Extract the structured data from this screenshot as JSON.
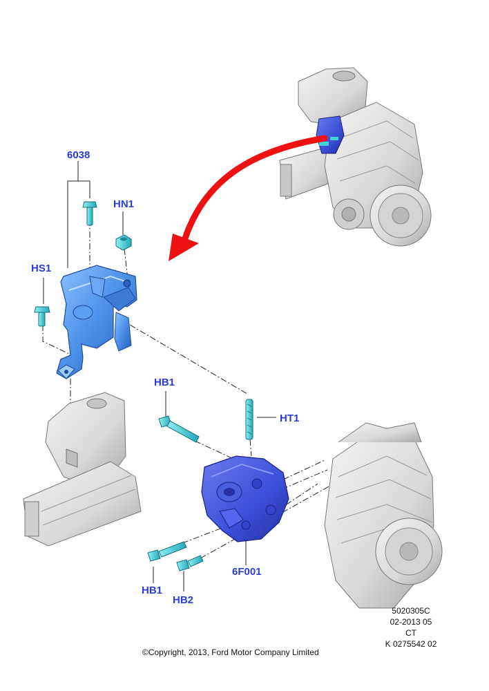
{
  "callouts": {
    "c6038": "6038",
    "hn1": "HN1",
    "hs1": "HS1",
    "hb1_top": "HB1",
    "ht1": "HT1",
    "c6f001": "6F001",
    "hb1_bottom": "HB1",
    "hb2": "HB2"
  },
  "info_block": {
    "line1": "5020305C",
    "line2": "02-2013 05",
    "line3": "CT",
    "line4": "K 0275542 02"
  },
  "copyright": "©Copyright, 2013, Ford Motor Company Limited",
  "colors": {
    "callout_text": "#2a3bd8",
    "mount_blue": "#4a8fe8",
    "bolt_cyan": "#44d0d8",
    "arrow_red": "#ee1111",
    "engine_gray": "#dcdcdc"
  }
}
